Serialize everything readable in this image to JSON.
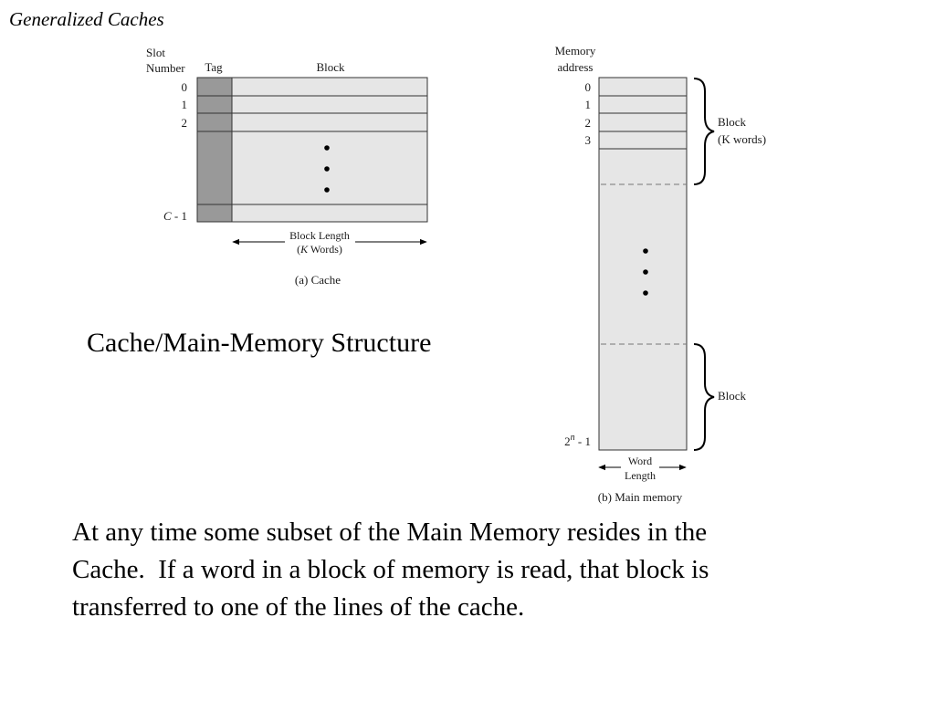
{
  "title": "Generalized Caches",
  "subtitle": "Cache/Main-Memory Structure",
  "body_lines": [
    "At any time some subset of the Main Memory resides in the",
    "Cache.  If a word in a block of memory is read, that block is",
    "transferred to one of the lines of the cache."
  ],
  "cache_figure": {
    "slot_header_lines": [
      "Slot",
      "Number"
    ],
    "tag_header": "Tag",
    "block_header": "Block",
    "slot_labels": [
      "0",
      "1",
      "2"
    ],
    "last_slot_symbol": "C",
    "last_slot_suffix": " - 1",
    "block_length_label": "Block Length",
    "k_words_open": "(",
    "k_words_symbol": "K",
    "k_words_rest": " Words)",
    "caption": "(a) Cache"
  },
  "memory_figure": {
    "address_header_lines": [
      "Memory",
      "address"
    ],
    "address_labels": [
      "0",
      "1",
      "2",
      "3"
    ],
    "last_address_base": "2",
    "last_address_exponent": "n",
    "last_address_suffix": " - 1",
    "block_brace_label": "Block",
    "block_brace_sublabel": "(K words)",
    "lower_block_label": "Block",
    "word_length_lines": [
      "Word",
      "Length"
    ],
    "caption": "(b) Main memory"
  },
  "colors": {
    "tag_fill": "#999999",
    "cell_fill": "#e6e6e6",
    "line": "#333333",
    "dashed": "#777777"
  }
}
